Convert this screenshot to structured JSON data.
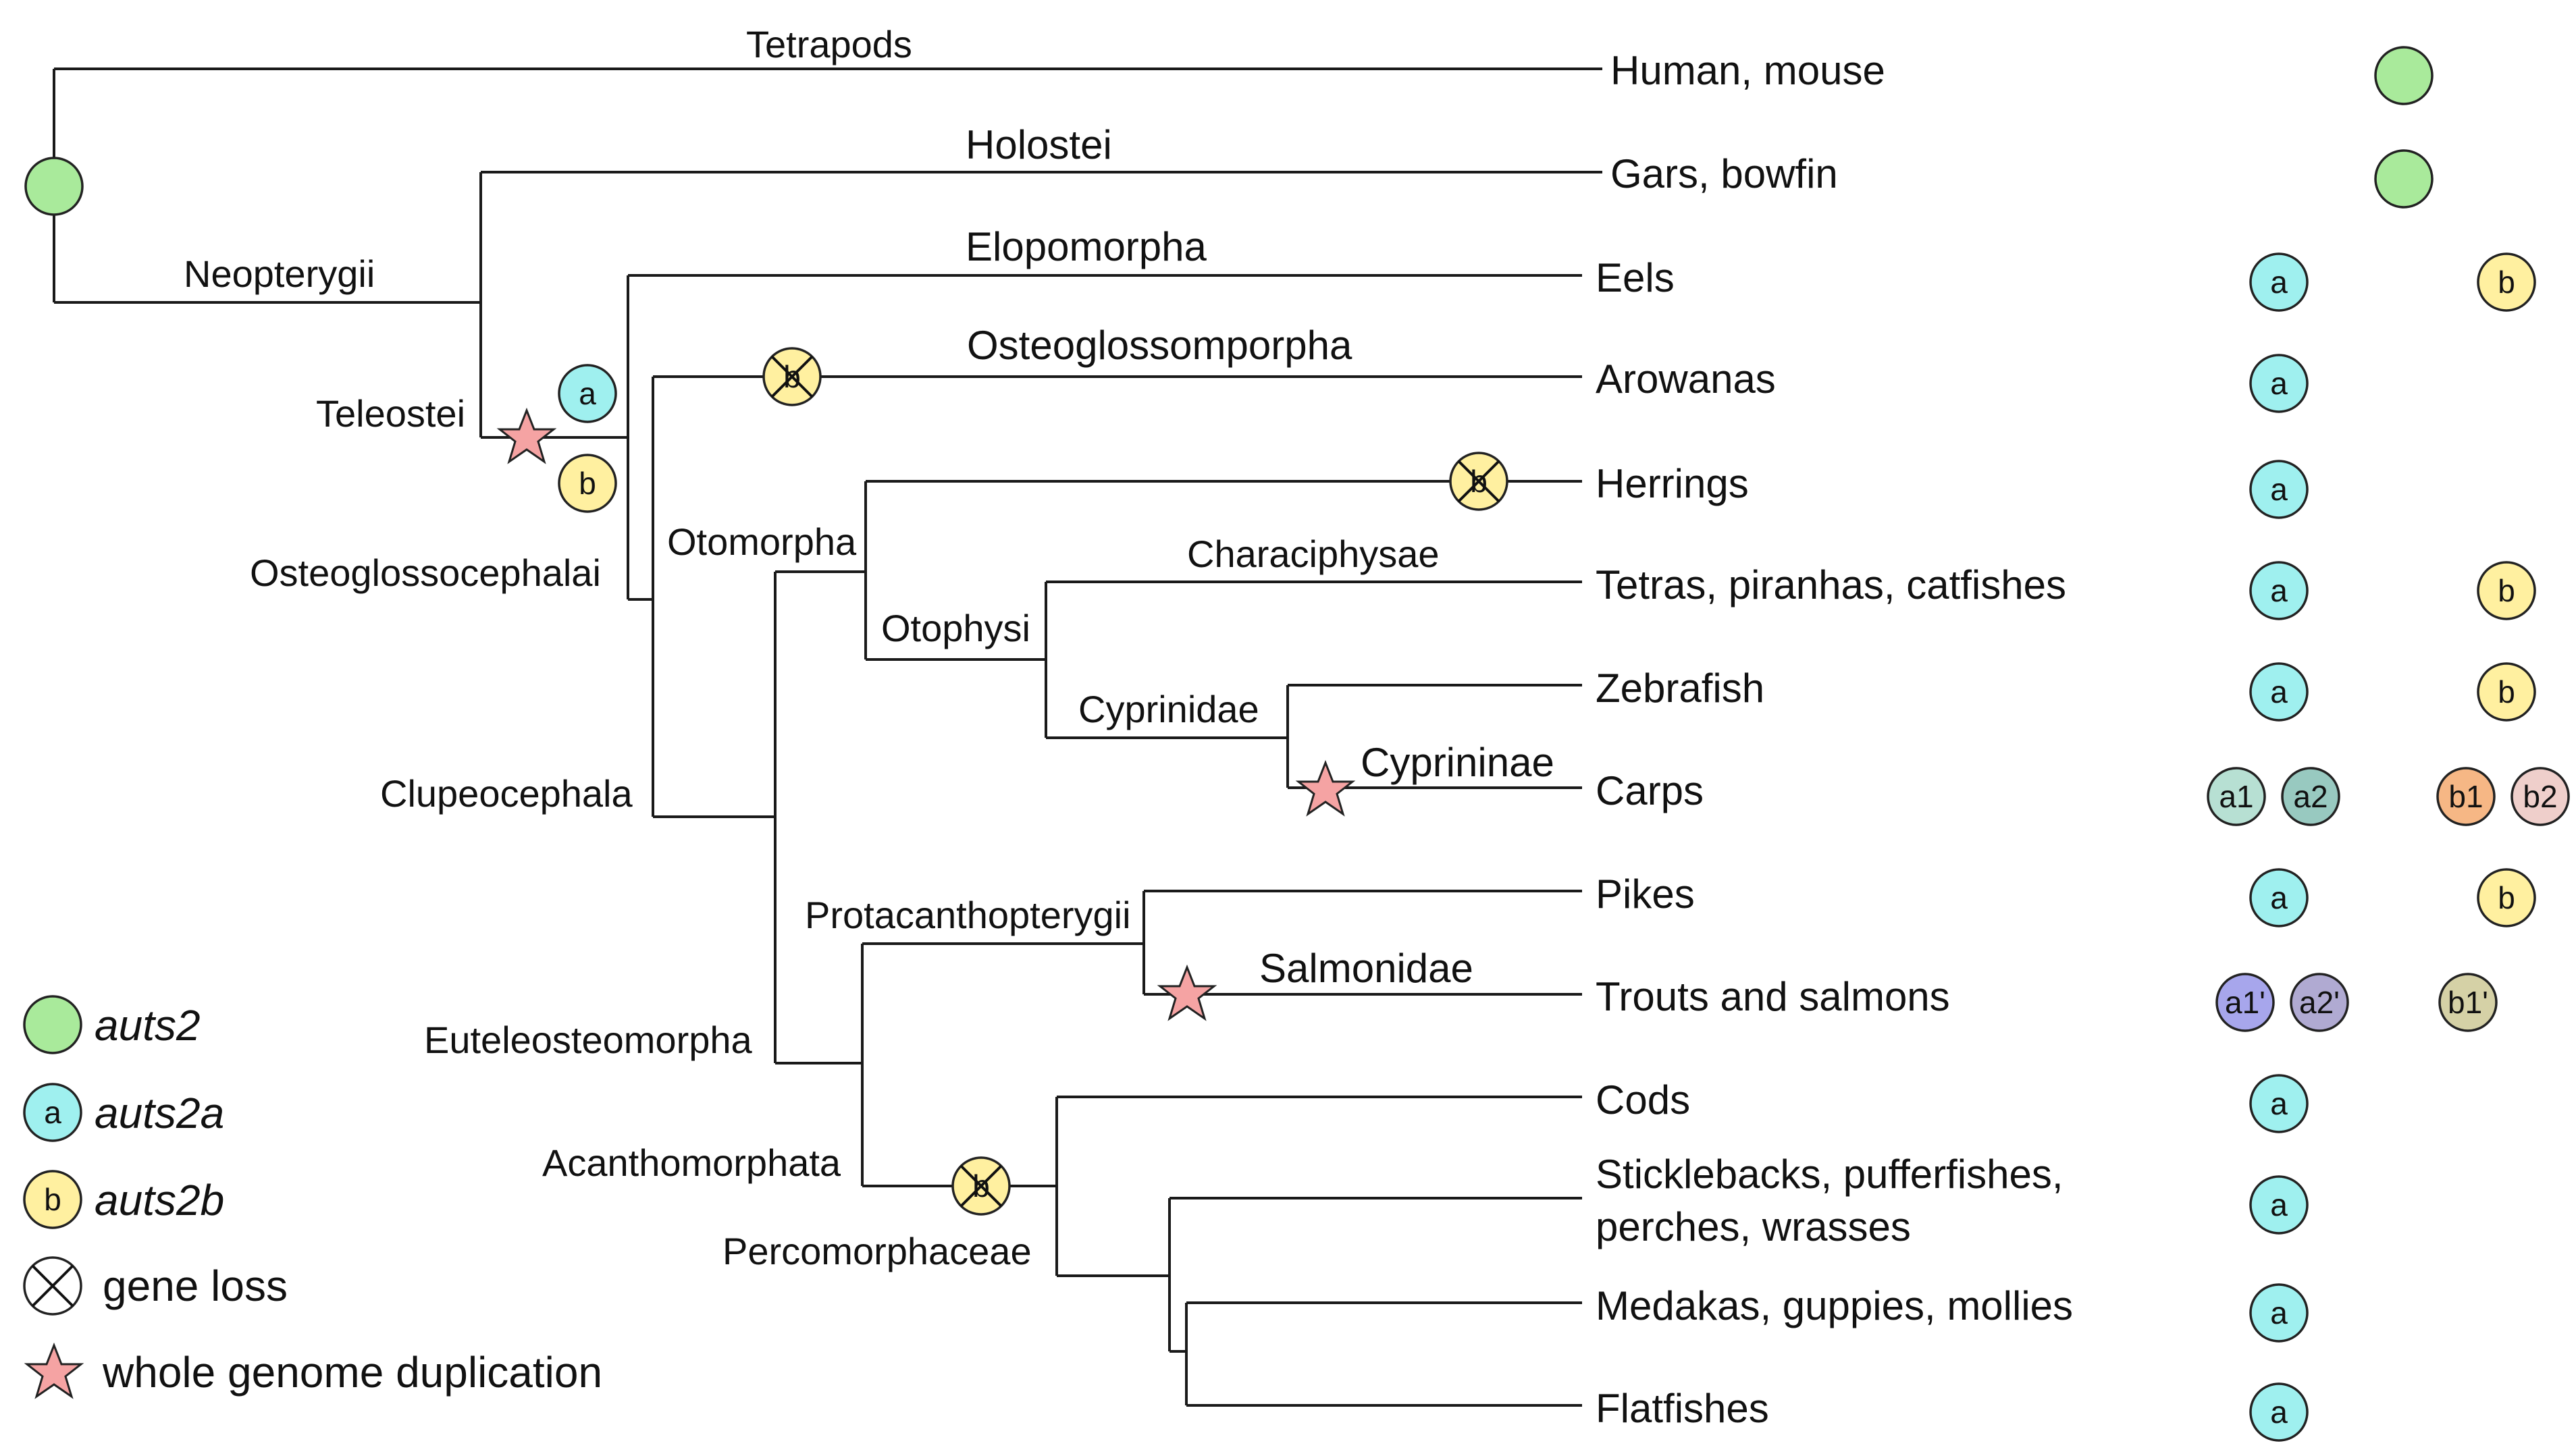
{
  "colors": {
    "auts2": "#a9ea9b",
    "auts2a": "#9ff0ef",
    "auts2b": "#fff0a0",
    "a1": "#b7e0d3",
    "a2": "#98c9c0",
    "b1": "#f6b785",
    "b2": "#efcfcb",
    "a1p": "#a7a6ec",
    "a2p": "#b0aad2",
    "b1p": "#d5d1a6",
    "star": "#f5a3a3",
    "branch": "#1a1a1a"
  },
  "clades": {
    "tetrapods": "Tetrapods",
    "neopterygii": "Neopterygii",
    "holostei": "Holostei",
    "teleostei": "Teleostei",
    "elopomorpha": "Elopomorpha",
    "osteoglossocephalai": "Osteoglossocephalai",
    "osteoglossomporpha": "Osteoglossomporpha",
    "otomorpha": "Otomorpha",
    "clupeocephala": "Clupeocephala",
    "characiphysae": "Characiphysae",
    "otophysi": "Otophysi",
    "cyprinidae": "Cyprinidae",
    "cyprininae": "Cyprininae",
    "protacanthopterygii": "Protacanthopterygii",
    "salmonidae": "Salmonidae",
    "euteleosteomorpha": "Euteleosteomorpha",
    "acanthomorphata": "Acanthomorphata",
    "percomorphaceae": "Percomorphaceae"
  },
  "species": {
    "human_mouse": "Human, mouse",
    "gars_bowfin": "Gars, bowfin",
    "eels": "Eels",
    "arowanas": "Arowanas",
    "herrings": "Herrings",
    "tetras": "Tetras, piranhas, catfishes",
    "zebrafish": "Zebrafish",
    "carps": "Carps",
    "pikes": "Pikes",
    "trouts": "Trouts and salmons",
    "cods": "Cods",
    "sticklebacks_line1": "Sticklebacks, pufferfishes,",
    "sticklebacks_line2": "perches, wrasses",
    "medakas": "Medakas, guppies, mollies",
    "flatfishes": "Flatfishes"
  },
  "gene_marks": {
    "a": "a",
    "b": "b",
    "a1": "a1",
    "a2": "a2",
    "b1": "b1",
    "b2": "b2",
    "a1p": "a1'",
    "a2p": "a2'",
    "b1p": "b1'"
  },
  "legend": {
    "auts2": "auts2",
    "auts2a": "auts2a",
    "auts2b": "auts2b",
    "gene_loss": "gene loss",
    "wgd": "whole genome duplication",
    "a_symbol": "a",
    "b_symbol": "b"
  }
}
